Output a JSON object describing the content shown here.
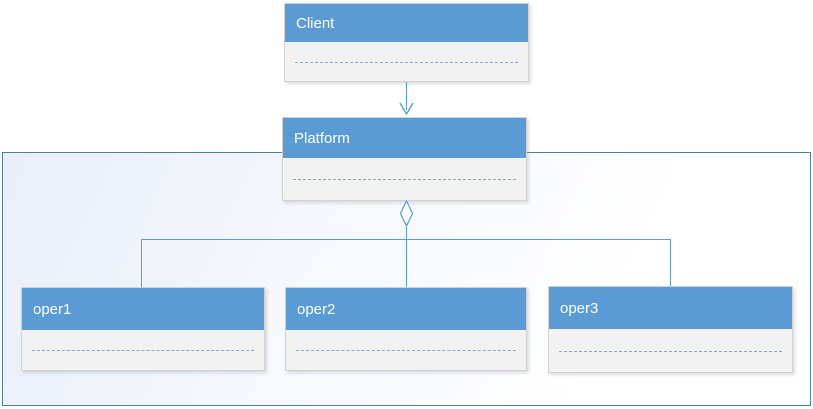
{
  "diagram": {
    "type": "uml-class-diagram",
    "nodes": {
      "client": {
        "label": "Client"
      },
      "platform": {
        "label": "Platform"
      },
      "oper1": {
        "label": "oper1"
      },
      "oper2": {
        "label": "oper2"
      },
      "oper3": {
        "label": "oper3"
      }
    },
    "edges": [
      {
        "from": "Client",
        "to": "Platform",
        "type": "directed-arrow"
      },
      {
        "from": "Platform",
        "to": "oper1",
        "type": "aggregation"
      },
      {
        "from": "Platform",
        "to": "oper2",
        "type": "aggregation"
      },
      {
        "from": "Platform",
        "to": "oper3",
        "type": "aggregation"
      }
    ],
    "colors": {
      "header_fill": "#5b9bd5",
      "body_fill": "#f2f2f2",
      "divider_dash": "#7fa8dc",
      "connector": "#5b9bd5",
      "box_border": "#d2d2d2",
      "container_border": "#4d7ea8",
      "container_fill_start": "#e9eef8",
      "container_fill_end": "#ffffff"
    }
  }
}
